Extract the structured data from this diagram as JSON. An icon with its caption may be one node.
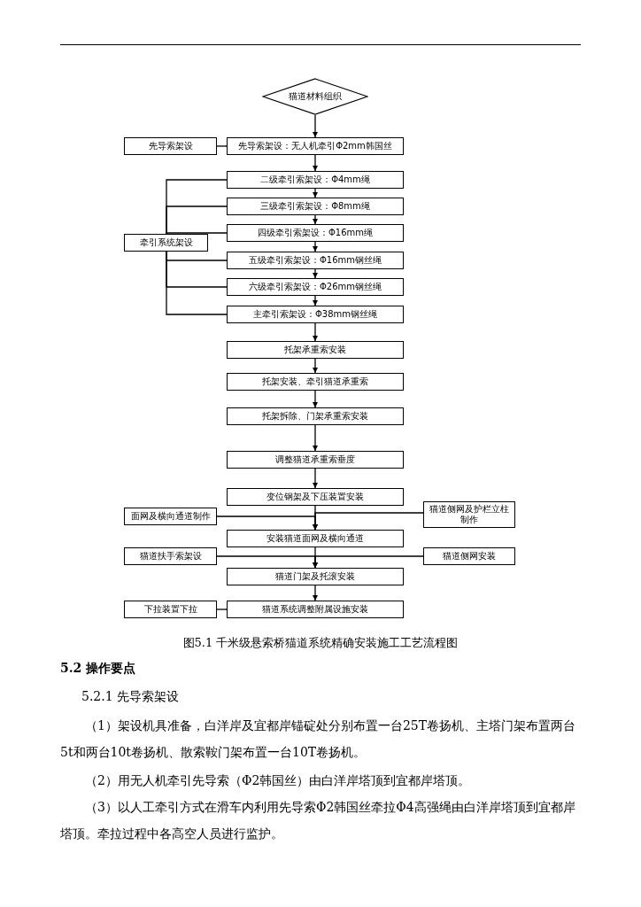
{
  "diagram": {
    "caption": "图5.1 千米级悬索桥猫道系统精确安装施工工艺流程图",
    "nodes": [
      {
        "text": [
          "猫道材料组织"
        ]
      },
      {
        "text": [
          "先导索架设"
        ]
      },
      {
        "text": [
          "先导索架设：无人机牵引Φ2mm韩国丝"
        ]
      },
      {
        "text": [
          "二级牵引索架设：Φ4mm绳"
        ]
      },
      {
        "text": [
          "三级牵引索架设：Φ8mm绳"
        ]
      },
      {
        "text": [
          "四级牵引索架设：Φ16mm绳"
        ]
      },
      {
        "text": [
          "牵引系统架设"
        ]
      },
      {
        "text": [
          "五级牵引索架设：Φ16mm钢丝绳"
        ]
      },
      {
        "text": [
          "六级牵引索架设：Φ26mm钢丝绳"
        ]
      },
      {
        "text": [
          "主牵引索架设：Φ38mm钢丝绳"
        ]
      },
      {
        "text": [
          "托架承重索安装"
        ]
      },
      {
        "text": [
          "托架安装、牵引猫道承重索"
        ]
      },
      {
        "text": [
          "托架拆除、门架承重索安装"
        ]
      },
      {
        "text": [
          "调整猫道承重索垂度"
        ]
      },
      {
        "text": [
          "变位钢架及下压装置安装"
        ]
      },
      {
        "text": [
          "面网及横向通道制作"
        ]
      },
      {
        "text": [
          "猫道侧网及护栏立柱制作"
        ]
      },
      {
        "text": [
          "安装猫道面网及横向通道"
        ]
      },
      {
        "text": [
          "猫道扶手索架设"
        ]
      },
      {
        "text": [
          "猫道侧网安装"
        ]
      },
      {
        "text": [
          "猫道门架及托滚安装"
        ]
      },
      {
        "text": [
          "下拉装置下拉"
        ]
      },
      {
        "text": [
          "猫道系统调整附属设施安装"
        ]
      }
    ],
    "edges": [
      {
        "from": 0,
        "to": 2,
        "arrow": "to"
      },
      {
        "from": 1,
        "to": 2,
        "arrow": "none"
      },
      {
        "from": 2,
        "to": 3,
        "arrow": "to"
      },
      {
        "from": 3,
        "to": 4,
        "arrow": "to"
      },
      {
        "from": 4,
        "to": 5,
        "arrow": "to"
      },
      {
        "from": 5,
        "to": 7,
        "arrow": "to"
      },
      {
        "from": 7,
        "to": 8,
        "arrow": "to"
      },
      {
        "from": 8,
        "to": 9,
        "arrow": "to"
      },
      {
        "from": 9,
        "to": 10,
        "arrow": "to"
      },
      {
        "from": 10,
        "to": 11,
        "arrow": "to"
      },
      {
        "from": 11,
        "to": 12,
        "arrow": "to"
      },
      {
        "from": 12,
        "to": 13,
        "arrow": "to"
      },
      {
        "from": 13,
        "to": 14,
        "arrow": "to"
      },
      {
        "from": 14,
        "to": 17,
        "arrow": "to"
      },
      {
        "from": 17,
        "to": 20,
        "arrow": "to"
      },
      {
        "from": 20,
        "to": 22,
        "arrow": "to"
      },
      {
        "from": 6,
        "to": 3,
        "arrow": "none"
      },
      {
        "from": 6,
        "to": 4,
        "arrow": "none"
      },
      {
        "from": 6,
        "to": 5,
        "arrow": "none"
      },
      {
        "from": 6,
        "to": 7,
        "arrow": "none"
      },
      {
        "from": 6,
        "to": 8,
        "arrow": "none"
      },
      {
        "from": 6,
        "to": 9,
        "arrow": "none"
      },
      {
        "from": 15,
        "to": 17,
        "arrow": "to"
      },
      {
        "from": 16,
        "to": 17,
        "arrow": "to"
      },
      {
        "from": 18,
        "to": 20,
        "arrow": "to"
      },
      {
        "from": 19,
        "to": 20,
        "arrow": "to"
      },
      {
        "from": 21,
        "to": 22,
        "arrow": "none"
      }
    ],
    "labels": [
      "5.2 操作要点",
      "5.2.1 先导索架设",
      "（1）架设机具准备，白洋岸及宜都岸锚碇处分别布置一台25T卷扬机、主塔门架布置两台5t和两台10t卷扬机、散索鞍门架布置一台10T卷扬机。",
      "（2）用无人机牵引先导索（Φ2韩国丝）由白洋岸塔顶到宜都岸塔顶。",
      "（3）以人工牵引方式在滑车内利用先导索Φ2韩国丝牵拉Φ4高强绳由白洋岸塔顶到宜都岸塔顶。牵拉过程中各高空人员进行监护。"
    ]
  }
}
